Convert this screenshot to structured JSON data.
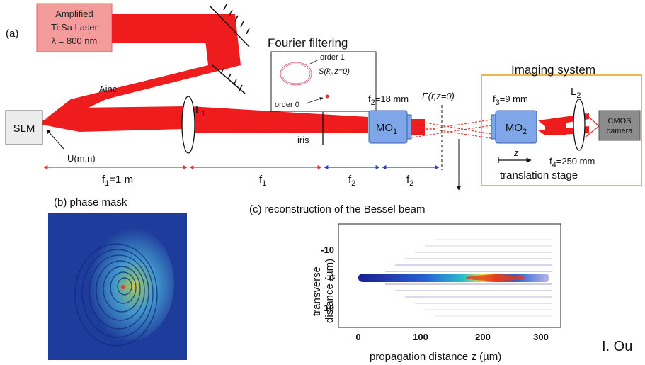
{
  "panel_a": {
    "tag": "(a)",
    "laser_line1": "Amplified",
    "laser_line2": "Ti:Sa Laser",
    "laser_line3": "λ = 800 nm",
    "ainc": "Ainc",
    "slm": "SLM",
    "u_label": "U(m,n)",
    "l1": "L",
    "l1_sub": "1",
    "fourier_title": "Fourier filtering",
    "order1": "order 1",
    "s_label": "S(k",
    "s_sub": "r",
    "s_tail": ",z=0)",
    "order0": "order 0",
    "iris": "iris",
    "f2_label": "f",
    "f2_sub": "2",
    "f2_val": "=18 mm",
    "mo1": "MO",
    "mo1_sub": "1",
    "e_label": "E(r,z=0)",
    "imaging_title": "Imaging system",
    "f3": "f",
    "f3_sub": "3",
    "f3_val": "=9 mm",
    "l2": "L",
    "l2_sub": "2",
    "mo2": "MO",
    "mo2_sub": "2",
    "cmos1": "CMOS",
    "cmos2": "camera",
    "z": "z",
    "f4": "f",
    "f4_sub": "4",
    "f4_val": "=250 mm",
    "stage": "translation stage",
    "dist1": "f",
    "dist1_sub": "1",
    "dist1_val": "=1 m",
    "dist2": "f",
    "dist2_sub": "1",
    "dist3": "f",
    "dist3_sub": "2",
    "dist4": "f",
    "dist4_sub": "2"
  },
  "panel_b": {
    "tag": "(b) phase mask"
  },
  "panel_c": {
    "tag": "(c)  reconstruction of the Bessel beam",
    "ylabel1": "transverse",
    "ylabel2": "distance (µm)",
    "xlabel": "propagation distance z (µm)",
    "yticks": [
      "-10",
      "0",
      "10"
    ],
    "xticks": [
      "0",
      "100",
      "200",
      "300"
    ]
  },
  "edge_text": "I. Ou",
  "colors": {
    "beam": "#ee1c1c",
    "laser_box": "#f49b9b",
    "mo": "#7fa6e8",
    "imaging_border": "#f2b54a",
    "mask_bg": "#1e3c9b"
  }
}
